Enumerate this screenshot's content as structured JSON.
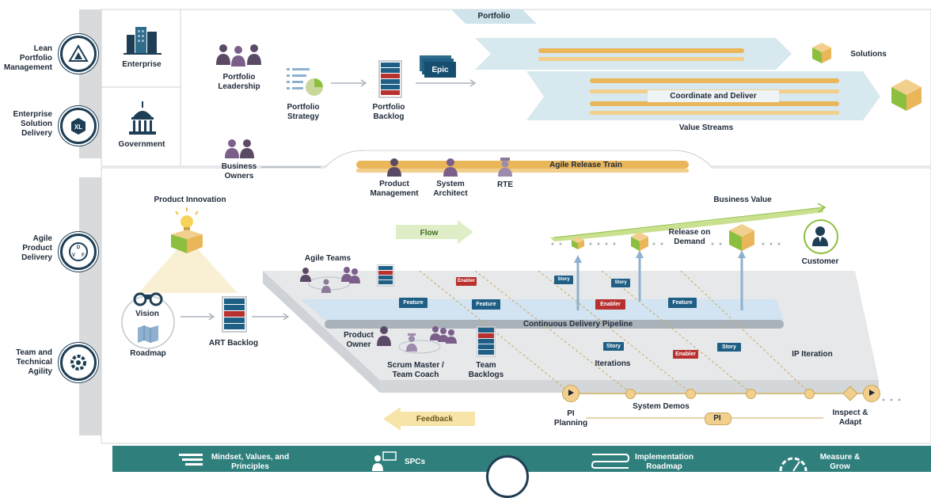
{
  "levels": {
    "portfolio": "Lean Portfolio Management",
    "solution": "Enterprise Solution Delivery",
    "agile_product": "Agile Product Delivery",
    "team": "Team and Technical Agility"
  },
  "portfolio_banner": "Portfolio",
  "enterprise": "Enterprise",
  "government": "Government",
  "portfolio_leadership": "Portfolio Leadership",
  "portfolio_strategy": "Portfolio Strategy",
  "portfolio_backlog": "Portfolio Backlog",
  "epic": "Epic",
  "solutions": "Solutions",
  "coordinate_deliver": "Coordinate and Deliver",
  "value_streams": "Value Streams",
  "business_owners": "Business Owners",
  "art": "Agile Release Train",
  "product_management": "Product Management",
  "system_architect": "System Architect",
  "rte": "RTE",
  "product_innovation": "Product Innovation",
  "business_value": "Business Value",
  "flow": "Flow",
  "release_on_demand": "Release on Demand",
  "customer": "Customer",
  "agile_teams": "Agile Teams",
  "vision": "Vision",
  "roadmap": "Roadmap",
  "art_backlog": "ART Backlog",
  "cd_pipeline": "Continuous Delivery Pipeline",
  "product_owner": "Product Owner",
  "scrum_master": "Scrum Master / Team Coach",
  "team_backlogs": "Team Backlogs",
  "iterations": "Iterations",
  "ip_iteration": "IP Iteration",
  "feedback": "Feedback",
  "pi_planning": "PI Planning",
  "system_demos": "System Demos",
  "pi": "PI",
  "inspect_adapt": "Inspect & Adapt",
  "tags": {
    "enabler": "Enabler",
    "feature": "Feature",
    "story": "Story"
  },
  "footer": {
    "mindset": "Mindset, Values, and Principles",
    "spcs": "SPCs",
    "implementation": "Implementation Roadmap",
    "measure": "Measure & Grow"
  },
  "colors": {
    "navy": "#1e3e55",
    "teal": "#2f7f7d",
    "gold": "#e9b65a",
    "green": "#8dbf3f",
    "red": "#b8312f",
    "blue": "#1f5f86"
  }
}
